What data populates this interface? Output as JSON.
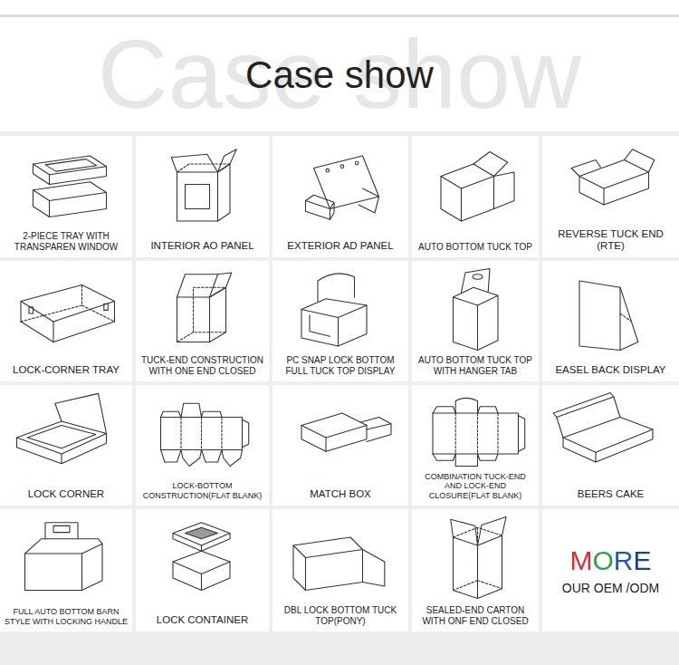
{
  "diagram": {
    "title": "Case show",
    "nodes": [
      {
        "text": [
          "2-PIECE TRAY WITH TRANSPAREN WINDOW"
        ]
      },
      {
        "text": [
          "INTERIOR AO PANEL"
        ]
      },
      {
        "text": [
          "EXTERIOR AD PANEL"
        ]
      },
      {
        "text": [
          "AUTO BOTTOM TUCK TOP"
        ]
      },
      {
        "text": [
          "REVERSE TUCK END (RTE)"
        ]
      },
      {
        "text": [
          "LOCK-CORNER TRAY"
        ]
      },
      {
        "text": [
          "TUCK-END CONSTRUCTION WITH ONE END CLOSED"
        ]
      },
      {
        "text": [
          "PC SNAP LOCK BOTTOM FULL TUCK TOP DISPLAY"
        ]
      },
      {
        "text": [
          "AUTO BOTTOM TUCK TOP WITH HANGER TAB"
        ]
      },
      {
        "text": [
          "EASEL BACK DISPLAY"
        ]
      },
      {
        "text": [
          "LOCK CORNER"
        ]
      },
      {
        "text": [
          "LOCK-BOTTOM CONSTRUCTION(FLAT BLANK)"
        ]
      },
      {
        "text": [
          "MATCH BOX"
        ]
      },
      {
        "text": [
          "COMBINATION TUCK-END AND LOCK-END CLOSURE(FLAT BLANK)"
        ]
      },
      {
        "text": [
          "BEERS CAKE"
        ]
      },
      {
        "text": [
          "FULL AUTO BOTTOM BARN STYLE WITH LOCKING HANDLE"
        ]
      },
      {
        "text": [
          "LOCK CONTAINER"
        ]
      },
      {
        "text": [
          "DBL LOCK BOTTOM TUCK TOP(PONY)"
        ]
      },
      {
        "text": [
          "SEALED-END CARTON WITH ONF END CLOSED"
        ]
      },
      {
        "text": [
          "MORE",
          "OUR OEM /ODM"
        ]
      }
    ],
    "labels": [
      "Case show"
    ]
  }
}
